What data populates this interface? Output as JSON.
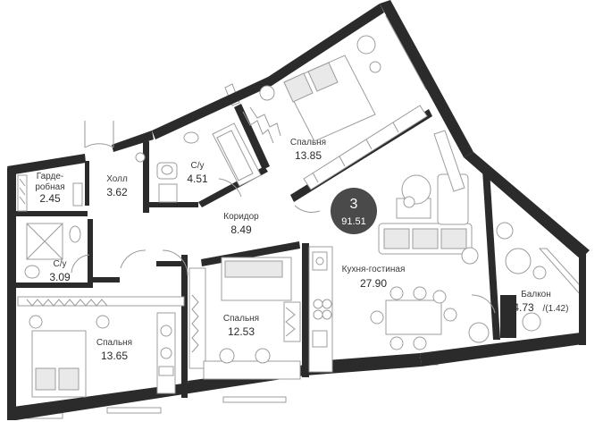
{
  "apartment": {
    "rooms_count": "3",
    "total_area": "91.51",
    "badge_color": "#4a4a4a"
  },
  "rooms": {
    "dressing": {
      "name_line1": "Гарде-",
      "name_line2": "робная",
      "area": "2.45"
    },
    "hall": {
      "name": "Холл",
      "area": "3.62"
    },
    "bath1": {
      "name": "С/у",
      "area": "4.51"
    },
    "bedroom_top": {
      "name": "Спальня",
      "area": "13.85"
    },
    "corridor": {
      "name": "Коридор",
      "area": "8.49"
    },
    "bath2": {
      "name": "С/у",
      "area": "3.09"
    },
    "bedroom_mid": {
      "name": "Спальня",
      "area": "12.53"
    },
    "bedroom_left": {
      "name": "Спальня",
      "area": "13.65"
    },
    "kitchen_living": {
      "name": "Кухня-гостиная",
      "area": "27.90"
    },
    "balcony": {
      "name": "Балкон",
      "area": "4.73",
      "area_reduced": "/(1.42)"
    }
  },
  "colors": {
    "walls": "#2b2b2b",
    "furniture_stroke": "#9c9c9c"
  }
}
